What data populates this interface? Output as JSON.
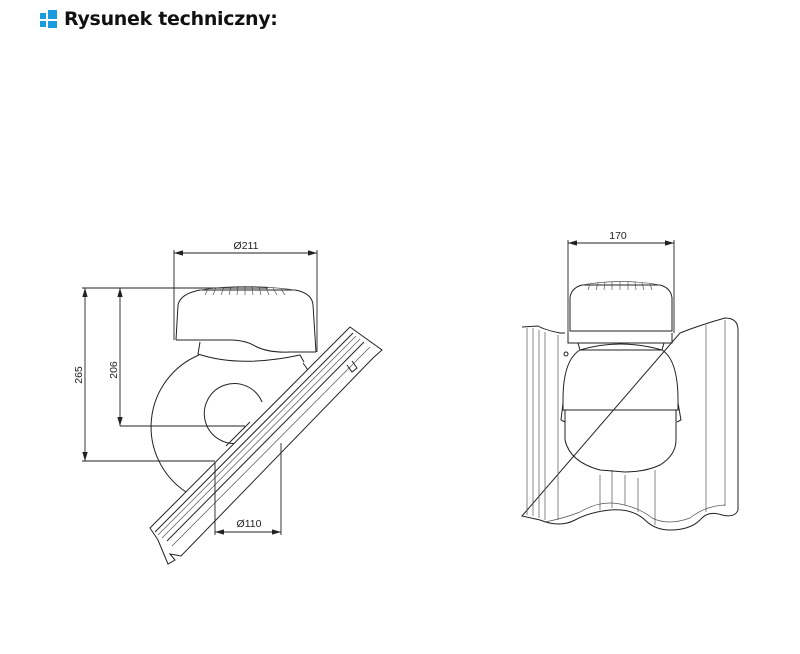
{
  "header": {
    "title": "Rysunek techniczny:",
    "icon": "blue-squares-icon",
    "accent": "#1a9be0"
  },
  "side_view": {
    "dim_cap_diameter": "Ø211",
    "dim_total_height": "265",
    "dim_cap_height": "206",
    "dim_pipe_diameter": "Ø110"
  },
  "front_view": {
    "dim_cap_width": "170"
  }
}
